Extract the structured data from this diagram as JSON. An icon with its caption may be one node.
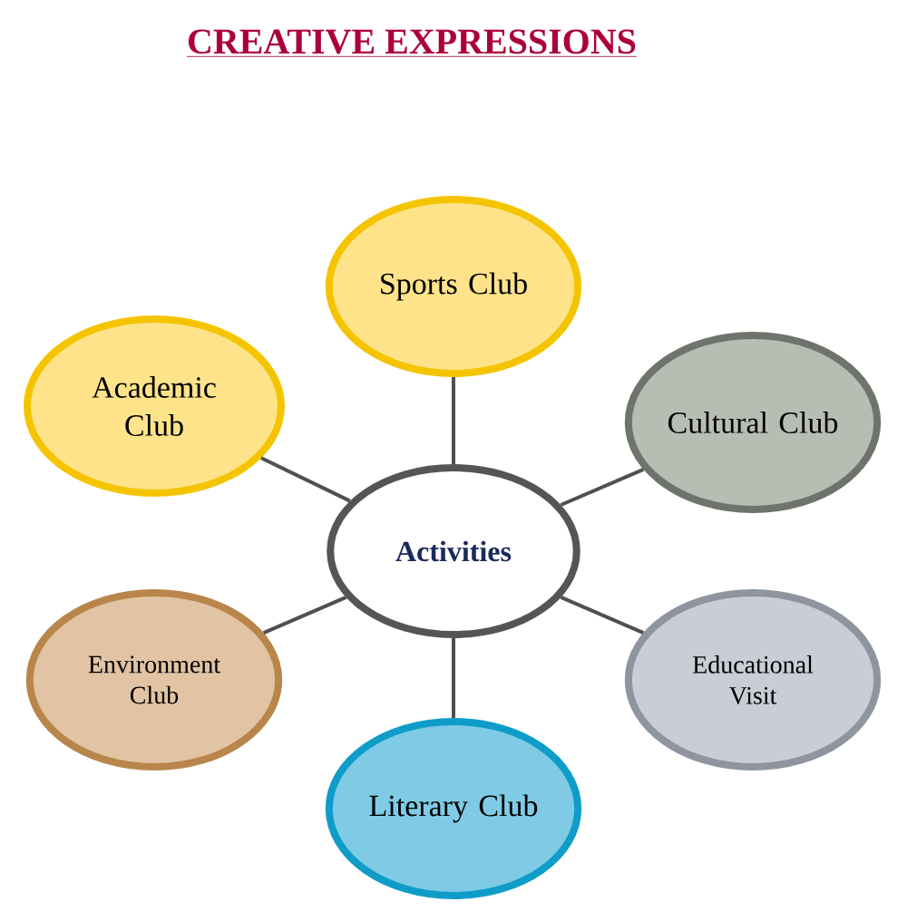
{
  "diagram": {
    "title": "CREATIVE EXPRESSIONS",
    "nodes": [
      {
        "text": [
          "Sports Club"
        ]
      },
      {
        "text": [
          "Academic Club"
        ]
      },
      {
        "text": [
          "Cultural Club"
        ]
      },
      {
        "text": [
          "Activities"
        ]
      },
      {
        "text": [
          "Environment Club"
        ]
      },
      {
        "text": [
          "Educational Visit"
        ]
      },
      {
        "text": [
          "Literary Club"
        ]
      }
    ],
    "edges": [
      {
        "from": 3,
        "to": 0,
        "arrow": "none"
      },
      {
        "from": 3,
        "to": 1,
        "arrow": "none"
      },
      {
        "from": 3,
        "to": 2,
        "arrow": "none"
      },
      {
        "from": 3,
        "to": 4,
        "arrow": "none"
      },
      {
        "from": 3,
        "to": 5,
        "arrow": "none"
      },
      {
        "from": 3,
        "to": 6,
        "arrow": "none"
      }
    ]
  }
}
